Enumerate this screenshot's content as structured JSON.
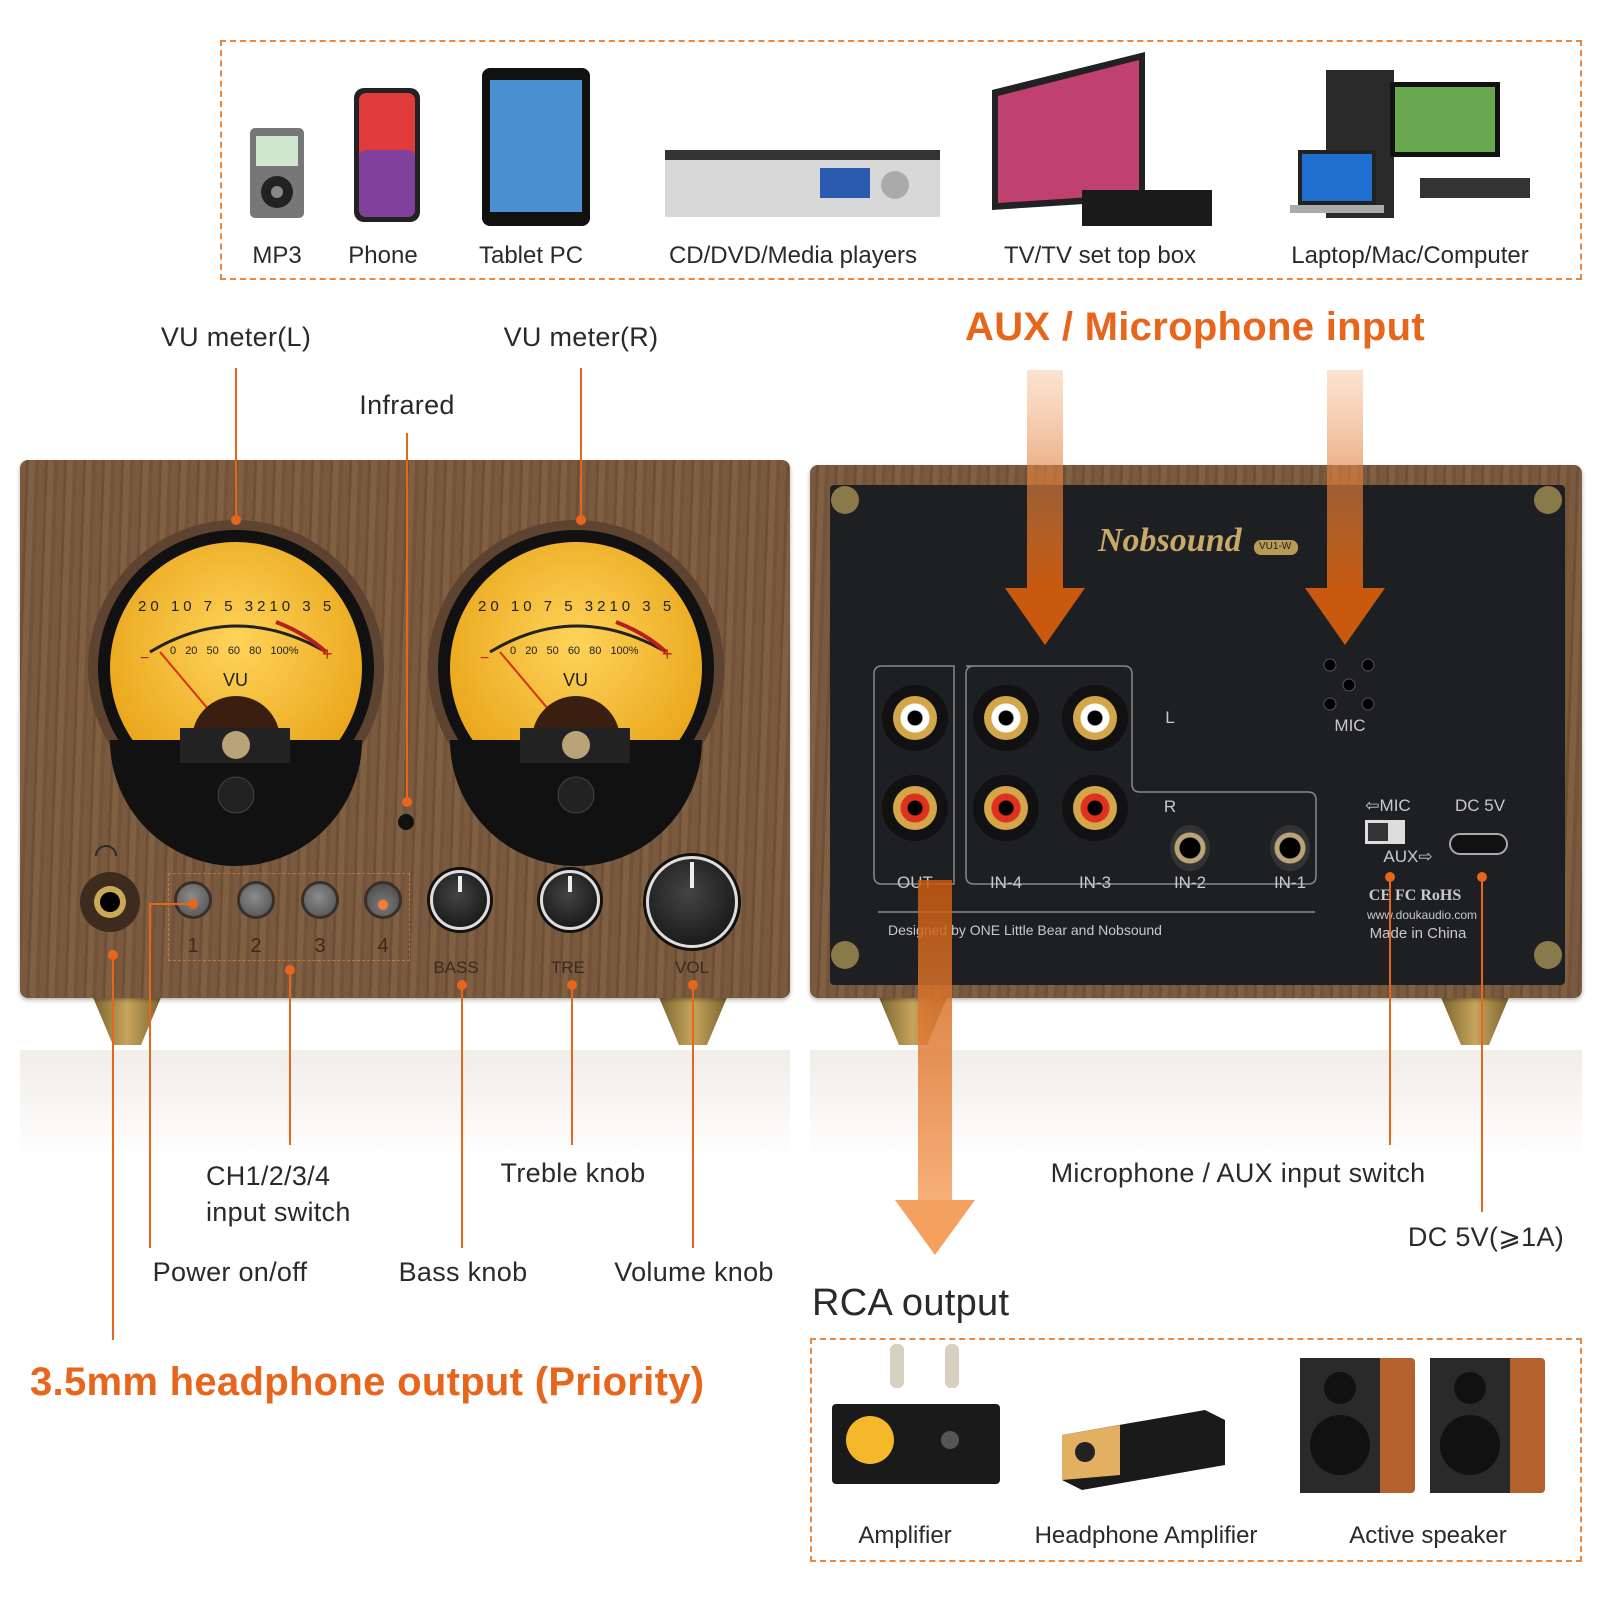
{
  "sources": {
    "items": [
      {
        "label": "MP3",
        "icon": "mp3-player-icon"
      },
      {
        "label": "Phone",
        "icon": "phone-icon"
      },
      {
        "label": "Tablet PC",
        "icon": "tablet-icon"
      },
      {
        "label": "CD/DVD/Media players",
        "icon": "media-player-icon"
      },
      {
        "label": "TV/TV set top box",
        "icon": "tv-icon"
      },
      {
        "label": "Laptop/Mac/Computer",
        "icon": "computer-icon"
      }
    ]
  },
  "callouts": {
    "vu_left": "VU meter(L)",
    "vu_right": "VU meter(R)",
    "infrared": "Infrared",
    "aux_mic_input": "AUX / Microphone input",
    "ch_switch_line1": "CH1/2/3/4",
    "ch_switch_line2": "input switch",
    "treble": "Treble knob",
    "mic_aux_switch": "Microphone / AUX input switch",
    "dc": "DC 5V(⩾1A)",
    "power": "Power on/off",
    "bass": "Bass knob",
    "volume": "Volume knob",
    "rca_output": "RCA output",
    "headphone": "3.5mm headphone output (Priority)"
  },
  "front_panel": {
    "meter_label": "VU",
    "scale_top": [
      "20",
      "10",
      "7",
      "5",
      "3",
      "2",
      "1",
      "0",
      "3",
      "5"
    ],
    "scale_bottom": [
      "0",
      "20",
      "50",
      "60",
      "80",
      "100%"
    ],
    "minus": "−",
    "plus": "+",
    "buttons": [
      "1",
      "2",
      "3",
      "4"
    ],
    "knobs": {
      "bass": "BASS",
      "treble": "TRE",
      "volume": "VOL"
    }
  },
  "back_panel": {
    "brand": "Nobsound",
    "model": "VU1-W",
    "mic": "MIC",
    "l": "L",
    "r": "R",
    "jacks": {
      "out": "OUT",
      "in4": "IN-4",
      "in3": "IN-3",
      "in2": "IN-2",
      "in1": "IN-1"
    },
    "switch_mic": "⇦MIC",
    "switch_aux": "AUX⇨",
    "dc": "DC 5V",
    "certs": "CE FC RoHS",
    "website": "www.doukaudio.com",
    "made_in": "Made in China",
    "designed_by": "Designed by ONE Little Bear and Nobsound"
  },
  "outputs": {
    "items": [
      {
        "label": "Amplifier",
        "icon": "amplifier-icon"
      },
      {
        "label": "Headphone Amplifier",
        "icon": "headphone-amplifier-icon"
      },
      {
        "label": "Active speaker",
        "icon": "speaker-icon"
      }
    ]
  },
  "colors": {
    "accent": "#e8661c",
    "dash": "#e8893f",
    "meter": "#f5b82a"
  }
}
